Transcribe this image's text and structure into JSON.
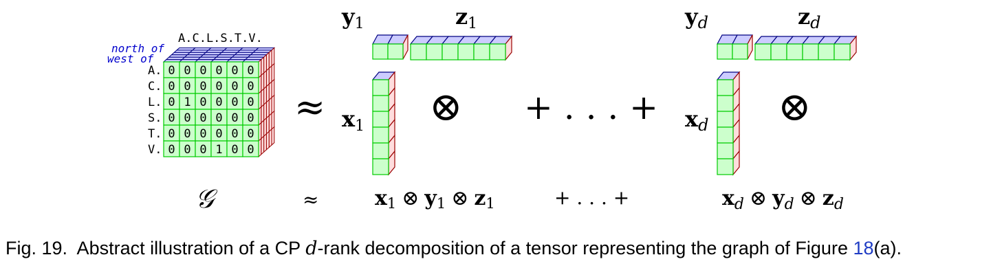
{
  "colors": {
    "front_fill": "#ccffcc",
    "front_stroke": "#00cc00",
    "top_fill": "#ccccff",
    "top_stroke": "#000080",
    "side_fill": "#ffdddd",
    "side_stroke": "#990000",
    "italic_labels": "#0000cc",
    "link": "#1f3cc4",
    "text": "#000000"
  },
  "tensor": {
    "column_header": "A.C.L.S.T.V.",
    "axis_label_north": "north of",
    "axis_label_west": "west of",
    "row_labels": [
      "A.",
      "C.",
      "L.",
      "S.",
      "T.",
      "V."
    ],
    "matrix": [
      [
        "0",
        "0",
        "0",
        "0",
        "0",
        "0"
      ],
      [
        "0",
        "0",
        "0",
        "0",
        "0",
        "0"
      ],
      [
        "0",
        "1",
        "0",
        "0",
        "0",
        "0"
      ],
      [
        "0",
        "0",
        "0",
        "0",
        "0",
        "0"
      ],
      [
        "0",
        "0",
        "0",
        "0",
        "0",
        "0"
      ],
      [
        "0",
        "0",
        "0",
        "1",
        "0",
        "0"
      ]
    ],
    "symbol": "𝒢"
  },
  "decomposition": {
    "approx_symbol_large": "≈",
    "approx_symbol_small": "≈",
    "otimes": "⊗",
    "ellipsis_large": "+ . . . +",
    "ellipsis_small": "+ . . . +",
    "term1": {
      "x": "x",
      "y": "y",
      "z": "z",
      "sub": "1"
    },
    "termd": {
      "x": "x",
      "y": "y",
      "z": "z",
      "sub": "d"
    }
  },
  "caption": {
    "prefix": "Fig. 19.  Abstract illustration of a CP ",
    "italic": "d",
    "middle": "-rank decomposition of a tensor representing the graph of Figure ",
    "link": "18",
    "suffix": "(a)."
  }
}
